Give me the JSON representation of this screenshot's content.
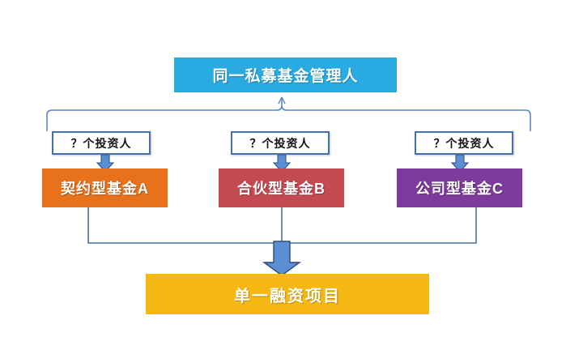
{
  "diagram": {
    "title_box": {
      "name": "same-private-fund-manager",
      "label": "同一私募基金管理人",
      "color": "#29ABE2",
      "text_color": "#ffffff"
    },
    "investor_labels": [
      {
        "name": "investors-fund-a",
        "label": "？个投资人",
        "border_color": "#4472A8",
        "fill": "#ffffff"
      },
      {
        "name": "investors-fund-b",
        "label": "？个投资人",
        "border_color": "#4472A8",
        "fill": "#ffffff"
      },
      {
        "name": "investors-fund-c",
        "label": "？个投资人",
        "border_color": "#4472A8",
        "fill": "#ffffff"
      }
    ],
    "funds": [
      {
        "name": "contractual-fund-a",
        "label": "契约型基金A",
        "color": "#E8721C"
      },
      {
        "name": "partnership-fund-b",
        "label": "合伙型基金B",
        "color": "#C44A52"
      },
      {
        "name": "corporate-fund-c",
        "label": "公司型基金C",
        "color": "#7E3B9B"
      }
    ],
    "project_box": {
      "name": "single-financing-project",
      "label": "单一融资项目",
      "color": "#F5B711",
      "text_color": "#ffffff"
    },
    "connectors": {
      "bracket_color": "#5B87C4",
      "line_color": "#4472A8",
      "arrow_fill": "#5B8FD4",
      "arrow_stroke": "#2E4B7A"
    }
  }
}
